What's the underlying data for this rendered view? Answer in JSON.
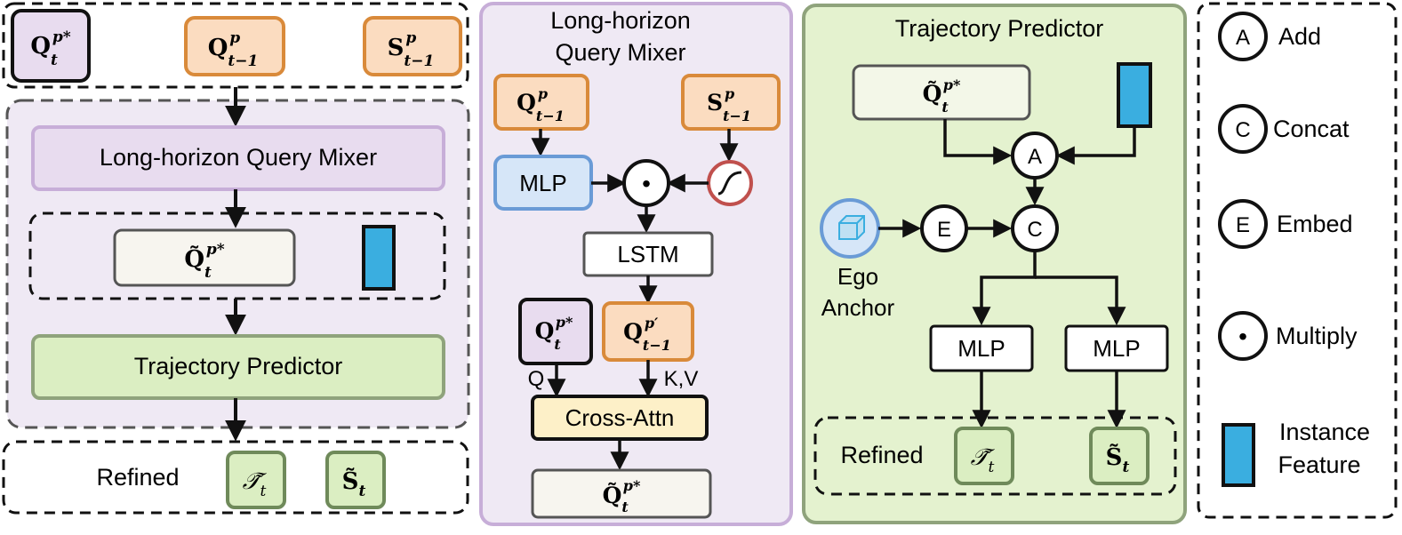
{
  "overview": {
    "inputs": {
      "q_star": {
        "base": "Q",
        "sub": "t",
        "sup": "p*"
      },
      "q_prev": {
        "base": "Q",
        "sub": "t−1",
        "sup": "p"
      },
      "s_prev": {
        "base": "S",
        "sub": "t−1",
        "sup": "p"
      }
    },
    "mixer_label": "Long-horizon Query Mixer",
    "q_tilde": {
      "base": "Q̃",
      "sub": "t",
      "sup": "p*"
    },
    "predictor_label": "Trajectory Predictor",
    "refined_label": "Refined",
    "outputs": {
      "traj": {
        "base": "𝒯̃",
        "sub": "t"
      },
      "score": {
        "base": "S̃",
        "sub": "t"
      }
    }
  },
  "mixer": {
    "title_line1": "Long-horizon",
    "title_line2": "Query Mixer",
    "q_prev": {
      "base": "Q",
      "sub": "t−1",
      "sup": "p"
    },
    "s_prev": {
      "base": "S",
      "sub": "t−1",
      "sup": "p"
    },
    "mlp_label": "MLP",
    "multiply_symbol": "•",
    "lstm_label": "LSTM",
    "q_star": {
      "base": "Q",
      "sub": "t",
      "sup": "p*"
    },
    "q_prime": {
      "base": "Q",
      "sub": "t−1",
      "sup": "p′"
    },
    "q_edge_label": "Q",
    "kv_edge_label": "K,V",
    "cross_attn_label": "Cross-Attn",
    "q_tilde": {
      "base": "Q̃",
      "sub": "t",
      "sup": "p*"
    }
  },
  "predictor": {
    "title": "Trajectory Predictor",
    "q_tilde": {
      "base": "Q̃",
      "sub": "t",
      "sup": "p*"
    },
    "add_symbol": "A",
    "embed_symbol": "E",
    "concat_symbol": "C",
    "ego_line1": "Ego",
    "ego_line2": "Anchor",
    "mlp_left": "MLP",
    "mlp_right": "MLP",
    "refined_label": "Refined",
    "traj": {
      "base": "𝒯̃",
      "sub": "t"
    },
    "score": {
      "base": "S̃",
      "sub": "t"
    }
  },
  "legend": {
    "items": [
      {
        "symbol": "A",
        "label": "Add"
      },
      {
        "symbol": "C",
        "label": "Concat"
      },
      {
        "symbol": "E",
        "label": "Embed"
      },
      {
        "symbol": "•",
        "label": "Multiply"
      }
    ],
    "instance_line1": "Instance",
    "instance_line2": "Feature"
  },
  "colors": {
    "purple_bg": "#efe9f4",
    "purple_box": "#e8dcef",
    "purple_border": "#c7aed8",
    "orange_fill": "#fbdcc0",
    "orange_border": "#d98a3a",
    "green_panel": "#e4f2cf",
    "green_box": "#dbeec2",
    "green_border": "#8fa37c",
    "blue_mlp": "#d6e6f8",
    "blue_border": "#6a9bd6",
    "cyan_feature": "#3aaee0",
    "cross_attn": "#fdf0c8",
    "sigmoid_border": "#c0504d"
  }
}
